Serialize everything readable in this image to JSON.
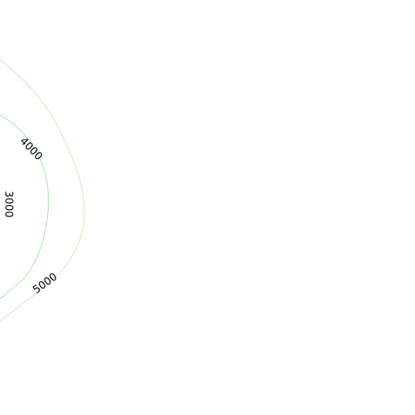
{
  "map": {
    "contours": [
      {
        "id": "c3000",
        "value": 3000,
        "label": "3000",
        "color": "#ffffff"
      },
      {
        "id": "c4000",
        "value": 4000,
        "label": "4000",
        "color": "#8fe08f"
      },
      {
        "id": "c5000",
        "value": 5000,
        "label": "5000",
        "color": "#e8d2a8"
      }
    ],
    "background_color": "#ffffff"
  }
}
